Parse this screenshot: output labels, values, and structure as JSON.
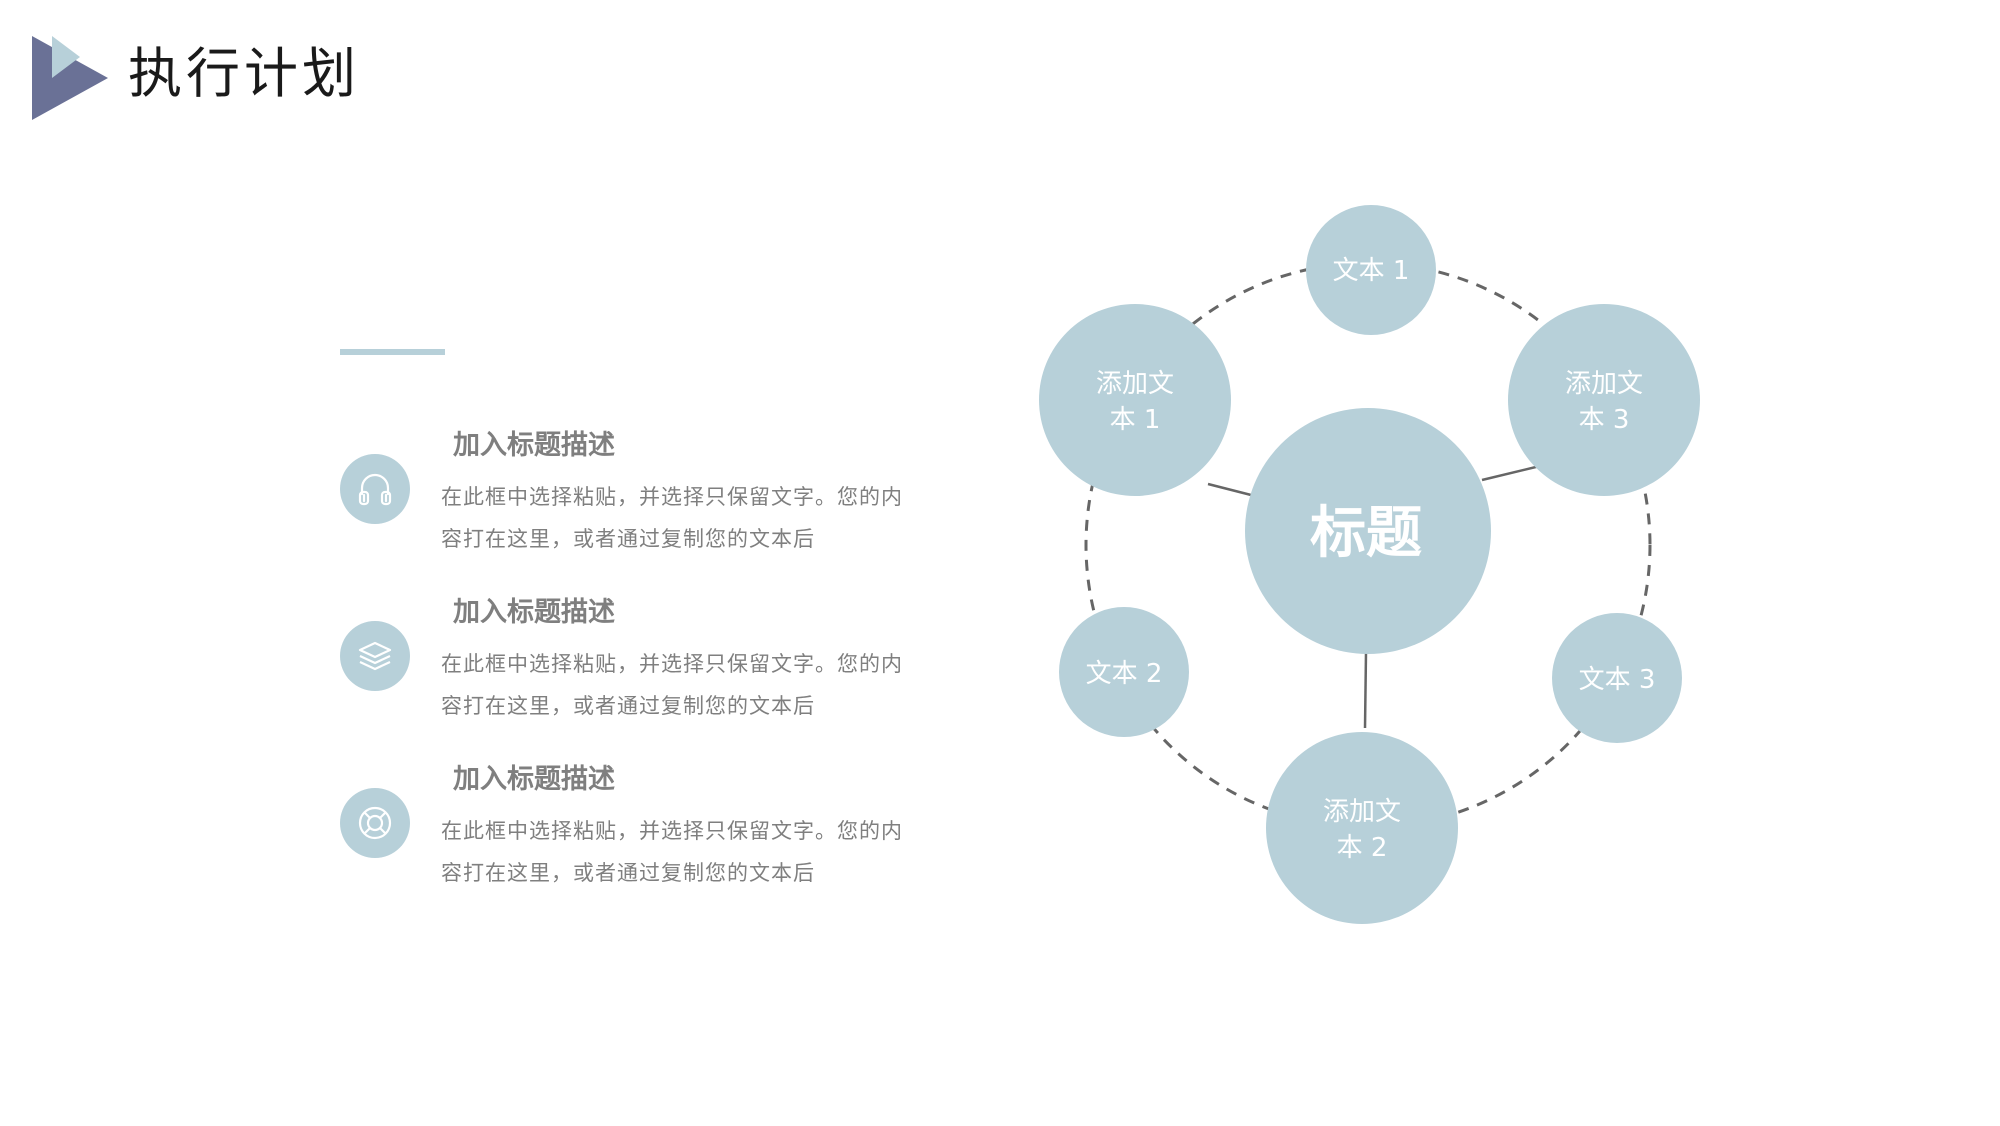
{
  "header": {
    "title": "执行计划",
    "logo_icon": "play-triangle-logo"
  },
  "features": [
    {
      "icon": "headphones-icon",
      "title": "加入标题描述",
      "desc_line1": "在此框中选择粘贴，并选择只保留文字。您的内",
      "desc_line2": "容打在这里，或者通过复制您的文本后"
    },
    {
      "icon": "layers-icon",
      "title": "加入标题描述",
      "desc_line1": "在此框中选择粘贴，并选择只保留文字。您的内",
      "desc_line2": "容打在这里，或者通过复制您的文本后"
    },
    {
      "icon": "lifebuoy-icon",
      "title": "加入标题描述",
      "desc_line1": "在此框中选择粘贴，并选择只保留文字。您的内",
      "desc_line2": "容打在这里，或者通过复制您的文本后"
    }
  ],
  "diagram": {
    "center": "标题",
    "nodes": {
      "top": "文本 1",
      "upper_left": [
        "添加文",
        "本 1"
      ],
      "upper_right": [
        "添加文",
        "本 3"
      ],
      "lower_left": "文本 2",
      "lower_right": "文本 3",
      "bottom": [
        "添加文",
        "本 2"
      ]
    }
  },
  "colors": {
    "accent": "#b7d0d9",
    "logo_dark": "#6a7196",
    "logo_light": "#b7d0d9",
    "text_gray": "#7f7f7f",
    "title": "#1a1a1a",
    "dashed_ring": "#666666"
  }
}
